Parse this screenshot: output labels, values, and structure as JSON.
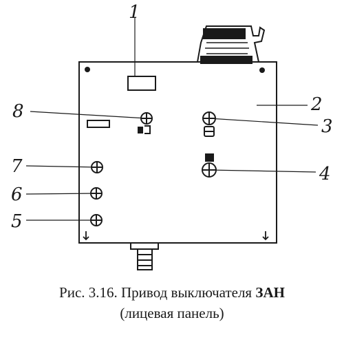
{
  "figure": {
    "callouts": [
      {
        "id": "1",
        "label": "1"
      },
      {
        "id": "2",
        "label": "2"
      },
      {
        "id": "3",
        "label": "3"
      },
      {
        "id": "4",
        "label": "4"
      },
      {
        "id": "5",
        "label": "5"
      },
      {
        "id": "6",
        "label": "6"
      },
      {
        "id": "7",
        "label": "7"
      },
      {
        "id": "8",
        "label": "8"
      }
    ],
    "colors": {
      "ink": "#1a1a1a",
      "panel": "#ffffff"
    }
  },
  "caption": {
    "line1_prefix": "Рис. 3.16. Привод выключателя ",
    "line1_bold": "ЗАН",
    "line2": "(лицевая панель)"
  }
}
